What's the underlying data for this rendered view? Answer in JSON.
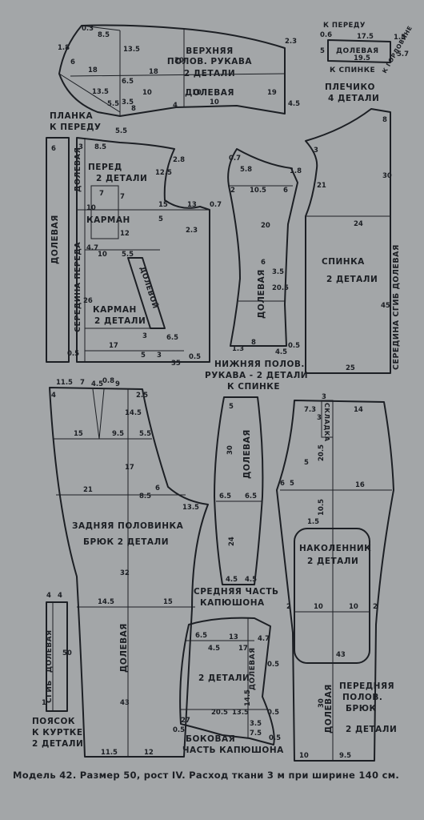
{
  "pieces": {
    "sleeve_top": [
      "ВЕРХНЯЯ",
      "ПОЛОВ. РУКАВА",
      "2 ДЕТАЛИ",
      "ДОЛЕВАЯ"
    ],
    "yoke_strip": [
      "К ПЕРЕДУ",
      "ДОЛЕВАЯ",
      "К СПИНКЕ",
      "К ГОРЛОВИНЕ"
    ],
    "yoke_title": [
      "ПЛЕЧИКО",
      "4 ДЕТАЛИ"
    ],
    "placket": [
      "ПЛАНКА",
      "К ПЕРЕДУ",
      "ДОЛЕВАЯ"
    ],
    "front": [
      "ПЕРЕД",
      "2 ДЕТАЛИ",
      "КАРМАН",
      "СЕРЕДИНА ПЕРЕДА",
      "ДОЛЕВАЯ"
    ],
    "pocket": [
      "КАРМАН",
      "2 ДЕТАЛИ",
      "ДОЛЕВОЙ"
    ],
    "sleeve_under": [
      "НИЖНЯЯ ПОЛОВ.",
      "РУКАВА - 2 ДЕТАЛИ",
      "К СПИНКЕ",
      "ДОЛЕВАЯ"
    ],
    "back": [
      "СПИНКА",
      "2 ДЕТАЛИ",
      "СЕРЕДИНА СГИБ ДОЛЕВАЯ"
    ],
    "trouser_back": [
      "ЗАДНЯЯ ПОЛОВИНКА",
      "БРЮК 2 ДЕТАЛИ",
      "ДОЛЕВАЯ"
    ],
    "hood_middle": [
      "ДОЛЕВАЯ",
      "СРЕДНЯЯ ЧАСТЬ",
      "КАПЮШОНА"
    ],
    "hood_side": [
      "2 ДЕТАЛИ",
      "ДОЛЕВАЯ",
      "БОКОВАЯ",
      "ЧАСТЬ КАПЮШОНА"
    ],
    "trouser_front": [
      "СКЛАДКА",
      "НАКОЛЕННИК",
      "2 ДЕТАЛИ",
      "ПЕРЕДНЯЯ",
      "ПОЛОВ.",
      "БРЮК",
      "2 ДЕТАЛИ",
      "ДОЛЕВАЯ"
    ],
    "belt": [
      "СГИБ",
      "ДОЛЕВАЯ",
      "ПОЯСОК",
      "К КУРТКЕ",
      "2 ДЕТАЛИ"
    ]
  },
  "measures": {
    "sleeve_top": [
      "0.3",
      "8.5",
      "1.8",
      "6",
      "13.5",
      "18",
      "13.5",
      "6.5",
      "3.5",
      "10",
      "5.5",
      "8",
      "20",
      "4",
      "10",
      "10",
      "19",
      "2.3",
      "4.5",
      "18"
    ],
    "yoke": [
      "0.6",
      "17.5",
      "1.5",
      "5",
      "19.5",
      "5.7"
    ],
    "front": [
      "6",
      "3",
      "8.5",
      "5.5",
      "2.8",
      "12.5",
      "7",
      "7",
      "15",
      "13",
      "10",
      "0.7",
      "5",
      "12",
      "2.3",
      "4.7",
      "10",
      "5.5",
      "26",
      "6.5",
      "3",
      "17",
      "5",
      "3",
      "0.5",
      "35",
      "0.5"
    ],
    "sleeve_under": [
      "0.7",
      "5.8",
      "1.8",
      "2",
      "10.5",
      "6",
      "20",
      "3.5",
      "20.5",
      "6",
      "8",
      "4.5",
      "0.5",
      "1.3"
    ],
    "back": [
      "8",
      "3",
      "21",
      "30",
      "24",
      "45",
      "25"
    ],
    "trouser_back": [
      "11.5",
      "4",
      "7",
      "4.5",
      "0.8",
      "9",
      "2.5",
      "14.5",
      "15",
      "9.5",
      "5.5",
      "17",
      "21",
      "8.5",
      "6",
      "13.5",
      "32",
      "14.5",
      "15",
      "43",
      "11.5",
      "12"
    ],
    "hood_middle": [
      "5",
      "30",
      "6.5",
      "6.5",
      "24",
      "4.5",
      "4.5"
    ],
    "hood_side": [
      "6.5",
      "4.5",
      "13",
      "17",
      "4.7",
      "0.5",
      "20.5",
      "13.5",
      "14.5",
      "0.5",
      "27",
      "0.5",
      "3.5",
      "7.5",
      "0.5"
    ],
    "trouser_front": [
      "3",
      "7.3",
      "3",
      "14",
      "5",
      "20.5",
      "6",
      "5",
      "16",
      "10.5",
      "1.5",
      "2",
      "10",
      "10",
      "2",
      "30",
      "43",
      "10",
      "9.5"
    ],
    "belt": [
      "4",
      "4",
      "1",
      "50"
    ]
  },
  "caption": "Модель 42. Размер 50, рост IV. Расход ткани 3 м при ширине 140 см."
}
